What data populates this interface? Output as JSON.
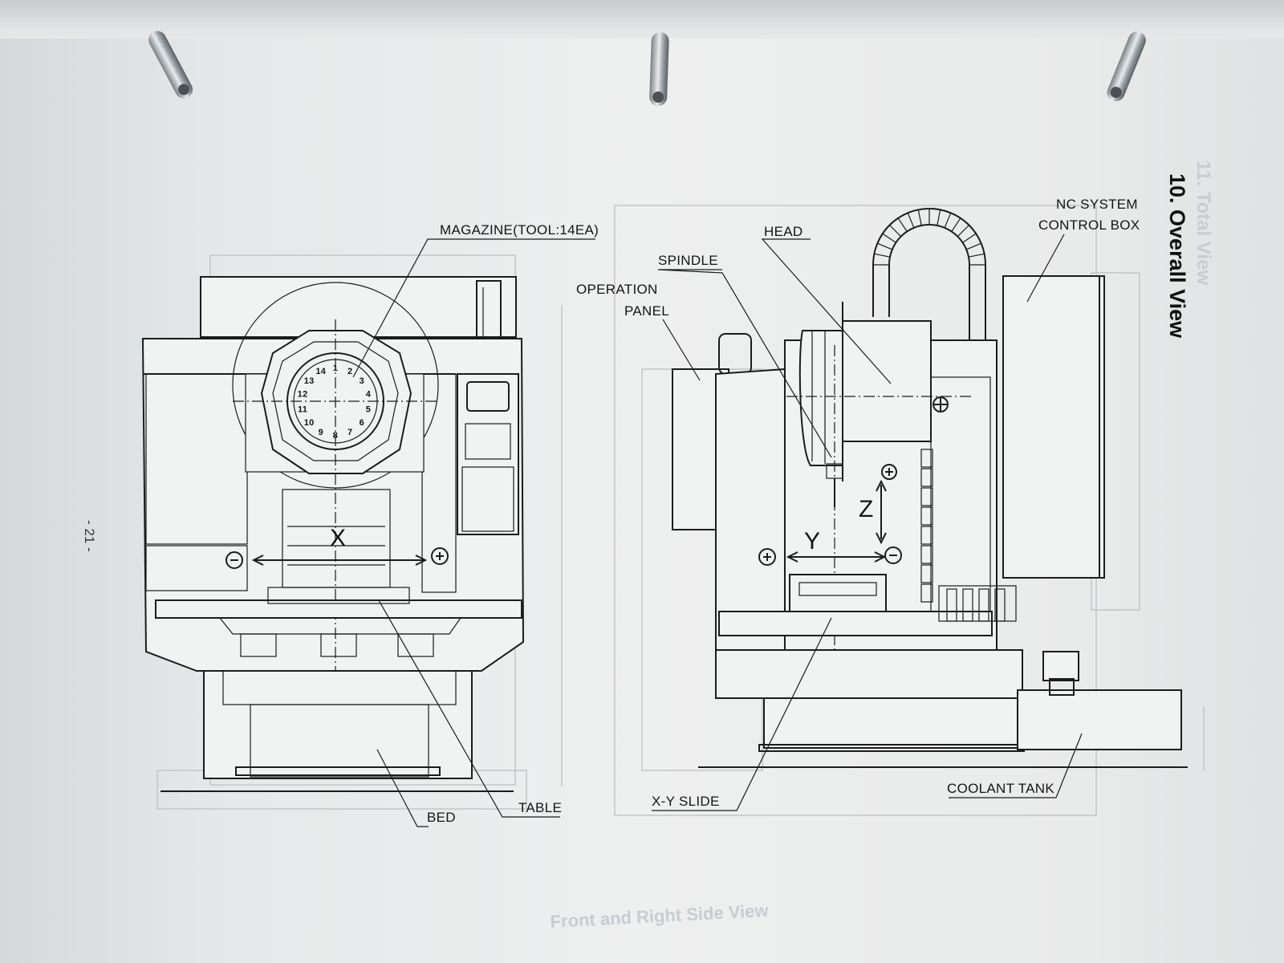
{
  "section_title": "10. Overall View",
  "ghost_title": "11. Total View",
  "ghost_caption": "Front and Right Side View",
  "page_number": "- 21 -",
  "labels": {
    "magazine": "MAGAZINE(TOOL:14EA)",
    "head": "HEAD",
    "spindle": "SPINDLE",
    "operation_panel_line1": "OPERATION",
    "operation_panel_line2": "PANEL",
    "nc_line1": "NC SYSTEM",
    "nc_line2": "CONTROL BOX",
    "bed": "BED",
    "table": "TABLE",
    "xy_slide": "X-Y SLIDE",
    "coolant_tank": "COOLANT TANK",
    "axis_x": "X",
    "axis_y": "Y",
    "axis_z": "Z"
  },
  "magazine_numbers": [
    "1",
    "2",
    "3",
    "4",
    "5",
    "6",
    "7",
    "8",
    "9",
    "10",
    "11",
    "12",
    "13",
    "14"
  ]
}
